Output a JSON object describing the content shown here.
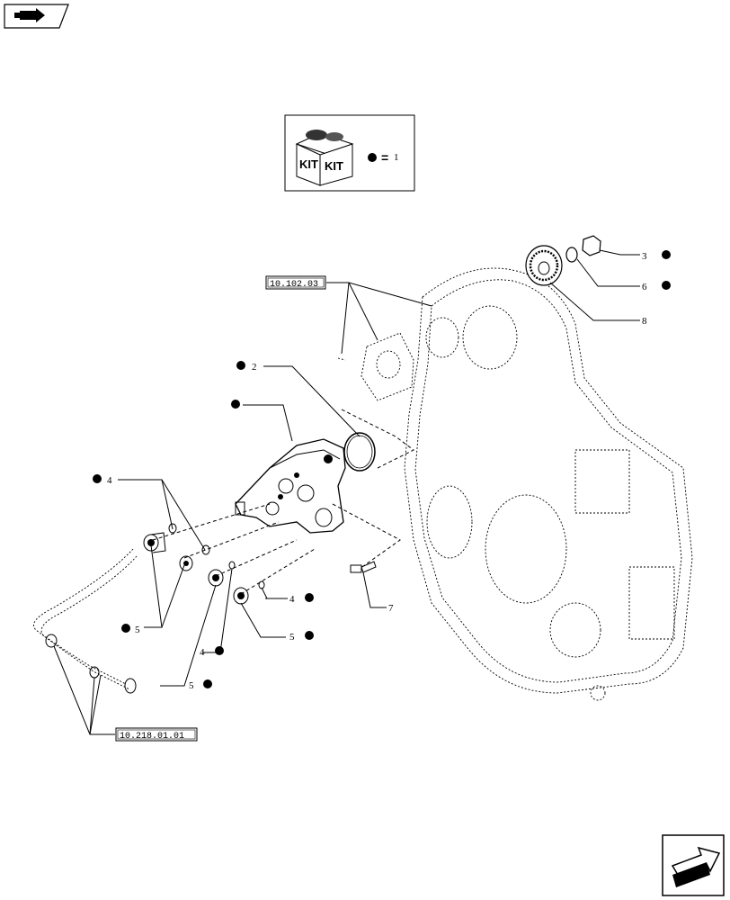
{
  "kit_legend": {
    "label": "KIT",
    "equals": "=",
    "value": "1"
  },
  "references": {
    "top_ref": "10.102.03",
    "bottom_ref": "10.218.01.01"
  },
  "callouts": {
    "c3": "3",
    "c6": "6",
    "c8": "8",
    "c2": "2",
    "c4_left": "4",
    "c5_left": "5",
    "c4_mid": "4",
    "c5_mid": "5",
    "c4_right": "4",
    "c5_right": "5",
    "c7": "7"
  },
  "nav": {
    "top_icon": "back-arrow-icon",
    "bottom_icon": "next-page-arrow-icon"
  }
}
